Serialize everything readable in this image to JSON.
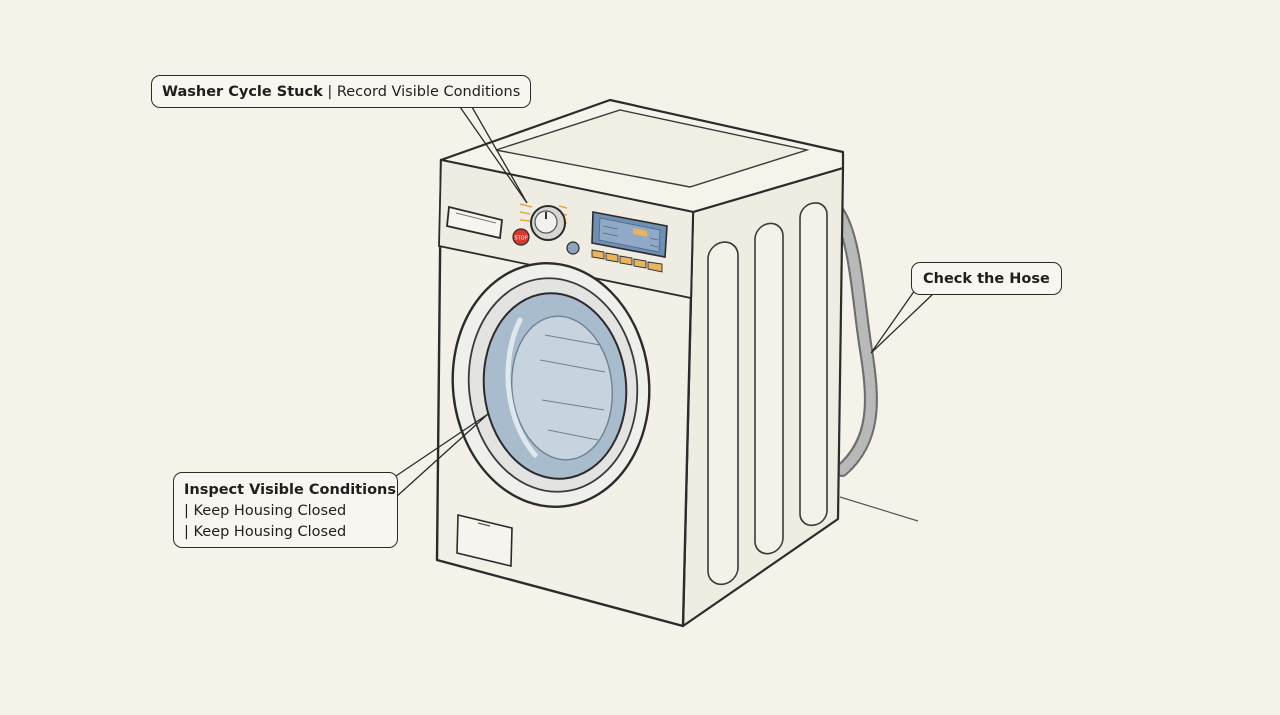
{
  "callouts": {
    "top": {
      "title": "Washer Cycle Stuck",
      "detail": "| Record Visible Conditions"
    },
    "hose": {
      "label": "Check the Hose"
    },
    "bottom": {
      "title": "Inspect Visible Conditions",
      "lines": [
        "| Keep Housing Closed",
        "| Keep Housing Closed"
      ]
    }
  },
  "panel": {
    "stop_button_label": "STOP"
  },
  "colors": {
    "background": "#f5f2ea",
    "outline": "#2b2b2b",
    "display_blue": "#6f8fb3",
    "button_amber": "#e8b460",
    "stop_red": "#d83a32",
    "drum_blue": "#a9bccd"
  }
}
